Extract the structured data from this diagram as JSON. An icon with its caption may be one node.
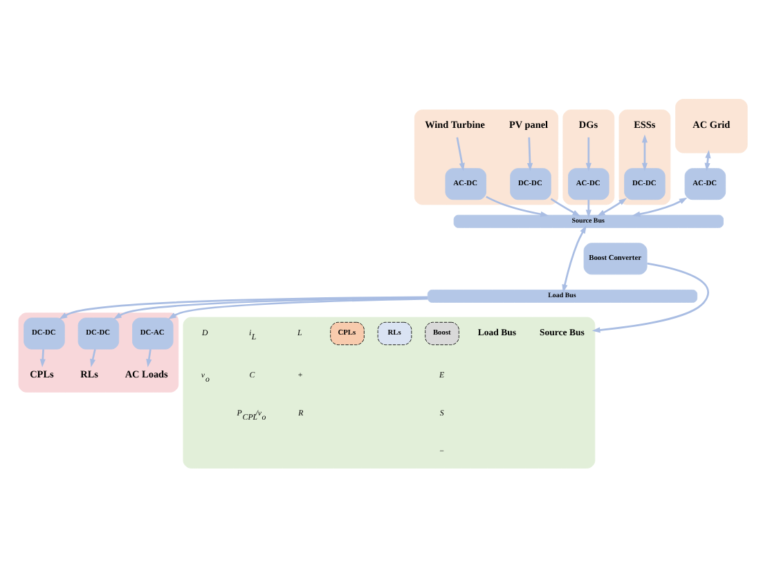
{
  "diagram": {
    "nodes": [
      {
        "text": [],
        "shape": "box"
      },
      {
        "text": [
          "PV panel"
        ],
        "in": 0
      },
      {
        "text": [
          "DC-DC"
        ],
        "in": 0
      },
      {
        "text": [
          "Wind Turbine"
        ],
        "in": 0
      },
      {
        "text": [
          "AC-DC"
        ],
        "in": 0
      },
      {
        "text": [],
        "shape": "box"
      },
      {
        "text": [
          "DGs"
        ],
        "in": 5
      },
      {
        "text": [
          "AC-DC"
        ],
        "in": 5
      },
      {
        "text": [],
        "shape": "box"
      },
      {
        "text": [
          "ESSs"
        ],
        "in": 8
      },
      {
        "text": [
          "DC-DC"
        ],
        "in": 8
      },
      {
        "text": [
          "AC Grid"
        ]
      },
      {
        "text": [
          "AC-DC"
        ]
      },
      {
        "text": [
          "Source Bus"
        ]
      },
      {
        "text": [
          "Boost Converter"
        ]
      },
      {
        "text": [
          "Load Bus"
        ]
      },
      {
        "text": [],
        "shape": "box"
      },
      {
        "text": [
          "DC-AC"
        ],
        "in": 16
      },
      {
        "text": [
          "DC-DC"
        ],
        "in": 16
      },
      {
        "text": [
          "DC-DC"
        ],
        "in": 16
      },
      {
        "text": [
          "AC Loads"
        ],
        "in": 16
      },
      {
        "text": [
          "RLs"
        ],
        "in": 16
      },
      {
        "text": [
          "CPLs"
        ],
        "in": 16
      },
      {
        "text": [],
        "shape": "box"
      },
      {
        "text": [
          "Source Bus"
        ],
        "in": 23
      },
      {
        "text": [
          "Load Bus"
        ],
        "in": 23
      },
      {
        "text": [
          "Boost"
        ],
        "in": 23
      },
      {
        "text": [
          "RLs"
        ],
        "in": 23
      },
      {
        "text": [
          "CPLs"
        ],
        "in": 23
      }
    ],
    "edges": [
      {
        "from": 1,
        "to": 2,
        "arrow": "to"
      },
      {
        "from": 3,
        "to": 4,
        "arrow": "to"
      },
      {
        "from": 6,
        "to": 7,
        "arrow": "to"
      },
      {
        "from": 9,
        "to": 10,
        "arrow": "both"
      },
      {
        "from": 2,
        "to": 13,
        "arrow": "to"
      },
      {
        "from": 4,
        "to": 13,
        "arrow": "to"
      },
      {
        "from": 7,
        "to": 13,
        "arrow": "to"
      },
      {
        "from": 10,
        "to": 13,
        "arrow": "both"
      },
      {
        "from": 11,
        "to": 12,
        "arrow": "both"
      },
      {
        "from": 12,
        "to": 13,
        "arrow": "both"
      },
      {
        "from": 13,
        "to": 15,
        "arrow": "both"
      },
      {
        "from": 14,
        "to": 23,
        "arrow": "to"
      },
      {
        "from": 15,
        "to": 17,
        "arrow": "to"
      },
      {
        "from": 15,
        "to": 18,
        "arrow": "to"
      },
      {
        "from": 15,
        "to": 19,
        "arrow": "to"
      },
      {
        "from": 17,
        "to": 20,
        "arrow": "to"
      },
      {
        "from": 18,
        "to": 21,
        "arrow": "to"
      },
      {
        "from": 19,
        "to": 22,
        "arrow": "to"
      }
    ],
    "labels": [
      "E",
      "L",
      "i$_{L}$",
      "D",
      "S",
      "+",
      "C",
      "v$_{o}$",
      "−",
      "R",
      "P$_{CPL}$/v$_{o}$"
    ]
  }
}
